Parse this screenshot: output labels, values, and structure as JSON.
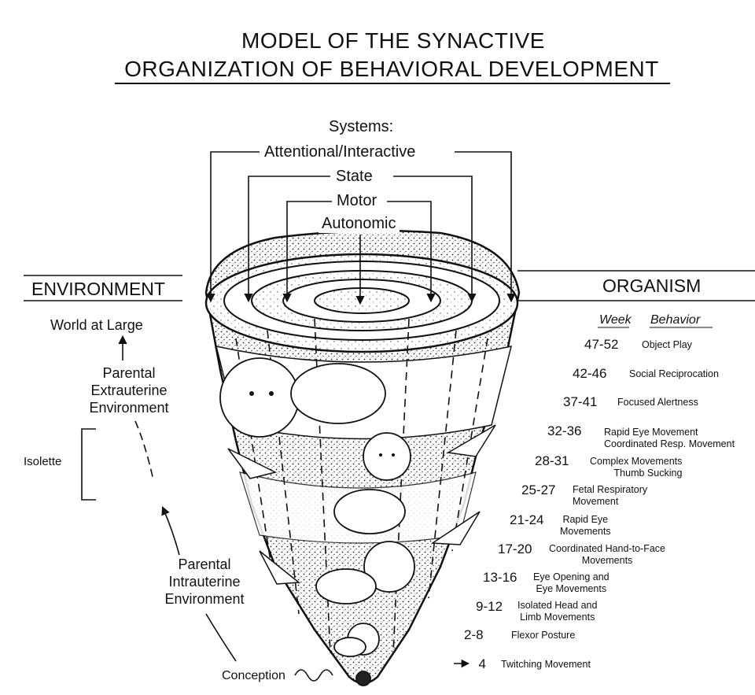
{
  "title": {
    "line1": "MODEL OF THE SYNACTIVE",
    "line2": "ORGANIZATION OF BEHAVIORAL DEVELOPMENT"
  },
  "systems": {
    "heading": "Systems:",
    "attentional": "Attentional/Interactive",
    "state": "State",
    "motor": "Motor",
    "autonomic": "Autonomic"
  },
  "environment": {
    "heading": "ENVIRONMENT",
    "world": "World at Large",
    "extrauterine": [
      "Parental",
      "Extrauterine",
      "Environment"
    ],
    "isolette": "Isolette",
    "intrauterine": [
      "Parental",
      "Intrauterine",
      "Environment"
    ],
    "conception": "Conception"
  },
  "organism": {
    "heading": "ORGANISM",
    "col_week": "Week",
    "col_behavior": "Behavior",
    "rows": [
      {
        "week": "47-52",
        "behavior": [
          "Object Play"
        ]
      },
      {
        "week": "42-46",
        "behavior": [
          "Social Reciprocation"
        ]
      },
      {
        "week": "37-41",
        "behavior": [
          "Focused Alertness"
        ]
      },
      {
        "week": "32-36",
        "behavior": [
          "Rapid Eye Movement",
          "Coordinated Resp. Movement"
        ]
      },
      {
        "week": "28-31",
        "behavior": [
          "Complex Movements",
          "Thumb Sucking"
        ]
      },
      {
        "week": "25-27",
        "behavior": [
          "Fetal Respiratory",
          "Movement"
        ]
      },
      {
        "week": "21-24",
        "behavior": [
          "Rapid Eye",
          "Movements"
        ]
      },
      {
        "week": "17-20",
        "behavior": [
          "Coordinated Hand-to-Face",
          "Movements"
        ]
      },
      {
        "week": "13-16",
        "behavior": [
          "Eye Opening and",
          "Eye Movements"
        ]
      },
      {
        "week": "9-12",
        "behavior": [
          "Isolated Head and",
          "Limb Movements"
        ]
      },
      {
        "week": "2-8",
        "behavior": [
          "Flexor Posture"
        ]
      },
      {
        "week": "→4",
        "behavior": [
          "Twitching Movement"
        ]
      }
    ]
  }
}
